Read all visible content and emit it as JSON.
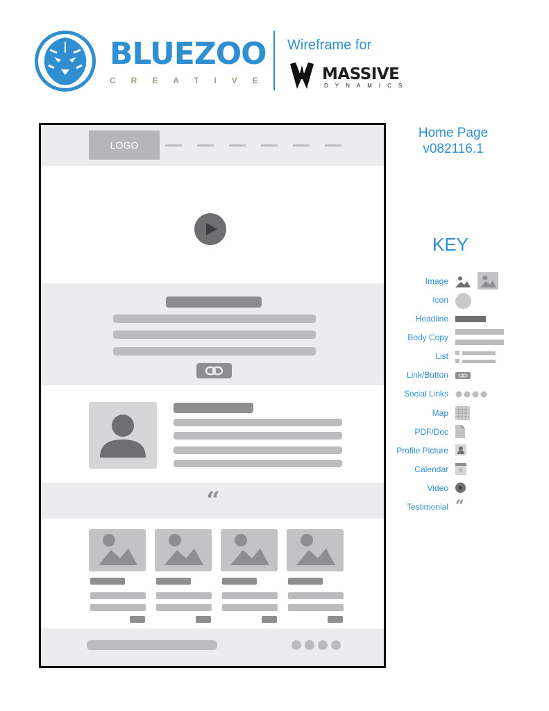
{
  "header": {
    "brand_word": "BLUEZOO",
    "brand_tm": "™",
    "brand_sub": "CREATIVE",
    "wireframe_label": "Wireframe for",
    "client_word": "MASSIVE",
    "client_sub": "DYNAMICS"
  },
  "wireframe": {
    "logo_label": "LOGO",
    "testimonial_glyph": "“"
  },
  "page": {
    "title": "Home Page",
    "version": "v082116.1"
  },
  "key": {
    "title": "KEY",
    "items": [
      {
        "label": "Image",
        "icon": "image-icon"
      },
      {
        "label": "Icon",
        "icon": "circle-icon"
      },
      {
        "label": "Headline",
        "icon": "headline-bar-icon"
      },
      {
        "label": "Body Copy",
        "icon": "body-copy-icon"
      },
      {
        "label": "List",
        "icon": "list-icon"
      },
      {
        "label": "Link/Button",
        "icon": "link-button-icon"
      },
      {
        "label": "Social Links",
        "icon": "social-links-icon"
      },
      {
        "label": "Map",
        "icon": "map-icon"
      },
      {
        "label": "PDF/Doc",
        "icon": "document-icon"
      },
      {
        "label": "Profile Picture",
        "icon": "profile-picture-icon"
      },
      {
        "label": "Calendar",
        "icon": "calendar-icon",
        "day": "8"
      },
      {
        "label": "Video",
        "icon": "video-play-icon"
      },
      {
        "label": "Testimonial",
        "icon": "testimonial-quote-icon"
      }
    ]
  },
  "colors": {
    "accent_blue": "#2f8fd1",
    "brand_tan": "#a29c84",
    "wireframe_band": "#ececee",
    "wireframe_dark": "#8e8e90",
    "wireframe_light": "#bcbcbe"
  }
}
